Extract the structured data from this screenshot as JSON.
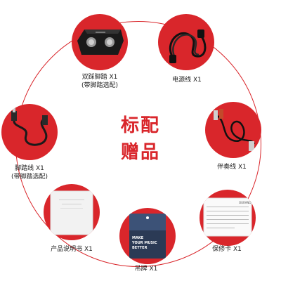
{
  "center": {
    "line1": "标配",
    "line2": "赠品"
  },
  "colors": {
    "accent": "#d9262b",
    "background": "#ffffff"
  },
  "items": [
    {
      "label": "双踩脚踏 X1",
      "sublabel": "(带脚踏选配)",
      "icon": "dual-footswitch-icon"
    },
    {
      "label": "电源线 X1",
      "sublabel": "",
      "icon": "power-cable-icon"
    },
    {
      "label": "伴奏线 X1",
      "sublabel": "",
      "icon": "audio-cable-icon"
    },
    {
      "label": "保修卡 X1",
      "sublabel": "",
      "icon": "warranty-card-icon"
    },
    {
      "label": "吊牌 X1",
      "sublabel": "",
      "icon": "hang-tag-icon"
    },
    {
      "label": "产品说明书 X1",
      "sublabel": "",
      "icon": "manual-icon"
    },
    {
      "label": "脚踏线 X1",
      "sublabel": "(带脚踏选配)",
      "icon": "pedal-cable-icon"
    }
  ],
  "tag_text": [
    "MAKE",
    "YOUR MUSIC",
    "BETTER"
  ],
  "card_brand": "OURANO"
}
